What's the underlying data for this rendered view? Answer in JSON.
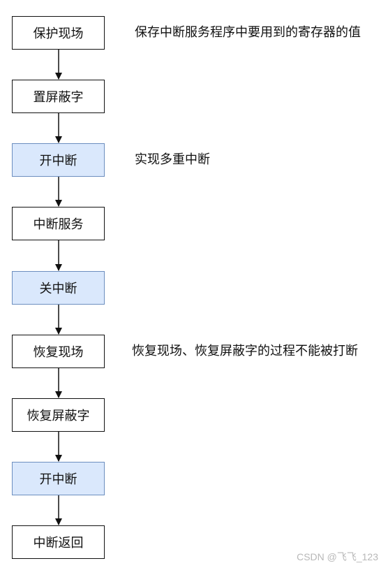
{
  "steps": [
    {
      "label": "保护现场",
      "highlight": false
    },
    {
      "label": "置屏蔽字",
      "highlight": false
    },
    {
      "label": "开中断",
      "highlight": true
    },
    {
      "label": "中断服务",
      "highlight": false
    },
    {
      "label": "关中断",
      "highlight": true
    },
    {
      "label": "恢复现场",
      "highlight": false
    },
    {
      "label": "恢复屏蔽字",
      "highlight": false
    },
    {
      "label": "开中断",
      "highlight": true
    },
    {
      "label": "中断返回",
      "highlight": false
    }
  ],
  "notes": {
    "save_context": "保存中断服务程序中要用到的寄存器的值",
    "nested_interrupts": "实现多重中断",
    "no_interrupt": "恢复现场、恢复屏蔽字的过程不能被打断"
  },
  "watermark": "CSDN @飞飞_123",
  "colors": {
    "highlight_fill": "#dae8fc",
    "highlight_border": "#6c8ebf",
    "default_border": "#111111",
    "arrow": "#111111"
  }
}
